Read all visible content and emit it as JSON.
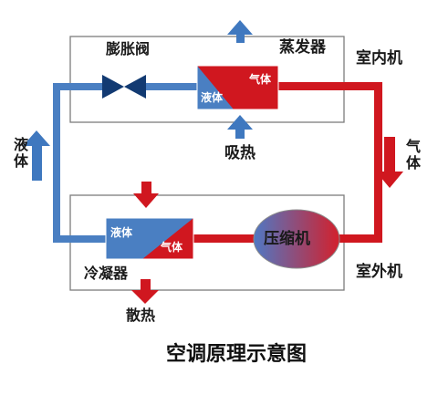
{
  "title": "空调原理示意图",
  "indoor_unit_label": "室内机",
  "outdoor_unit_label": "室外机",
  "evaporator_label": "蒸发器",
  "condenser_label": "冷凝器",
  "expansion_valve_label": "膨胀阀",
  "compressor_label": "压缩机",
  "absorb_heat_label": "吸热",
  "release_heat_label": "散热",
  "liquid_side_label": "液体",
  "gas_side_label": "气体",
  "evaporator_liquid": "液体",
  "evaporator_gas": "气体",
  "condenser_liquid": "液体",
  "condenser_gas": "气体",
  "colors": {
    "liquid_blue": "#4a7fc2",
    "gas_red": "#d0171f",
    "box_border": "#7d7d7d",
    "arrow_blue": "#3f78bf",
    "arrow_red": "#d0171f",
    "valve_navy": "#123a72"
  }
}
